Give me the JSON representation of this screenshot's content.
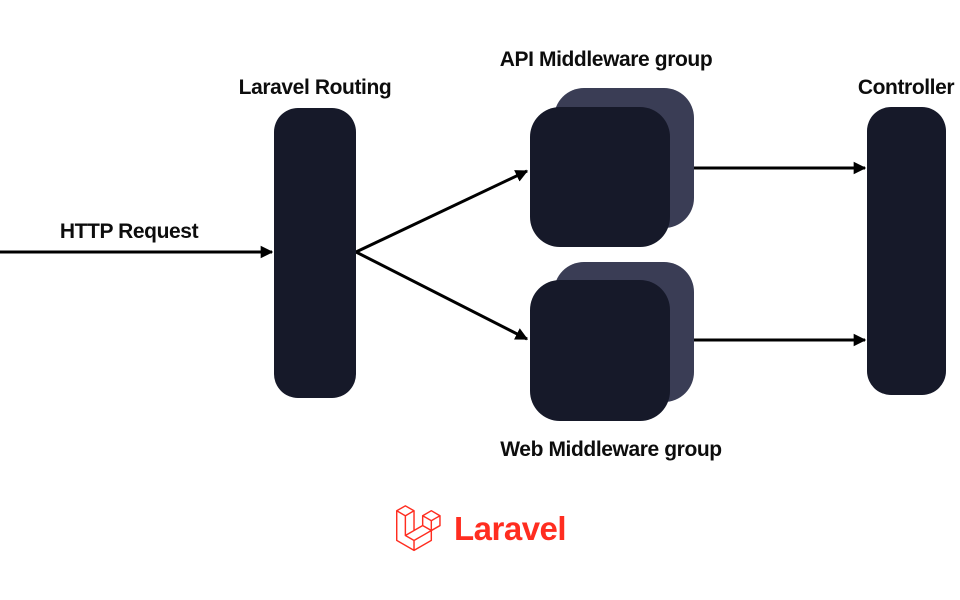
{
  "diagram": {
    "labels": {
      "http_request": "HTTP Request",
      "laravel_routing": "Laravel Routing",
      "api_middleware": "API Middleware group",
      "web_middleware": "Web Middleware group",
      "controller": "Controller"
    },
    "logo": {
      "wordmark": "Laravel",
      "icon": "laravel-logo-icon"
    },
    "flow": [
      "HTTP Request -> Laravel Routing",
      "Laravel Routing -> API Middleware group",
      "Laravel Routing -> Web Middleware group",
      "API Middleware group -> Controller",
      "Web Middleware group -> Controller"
    ],
    "colors": {
      "background": "#ffffff",
      "node_dark": "#161929",
      "node_shadow": "#3a3d55",
      "arrow": "#000000",
      "label_text": "#0d0d0d",
      "laravel_red": "#ff2d20"
    }
  }
}
